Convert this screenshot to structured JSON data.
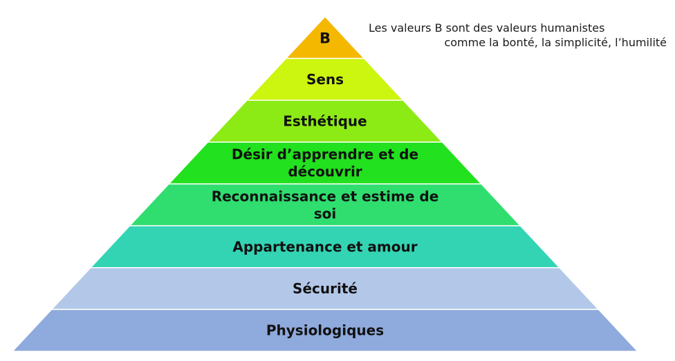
{
  "annotation": {
    "line1": "Les valeurs B sont des valeurs humanistes",
    "line2": "comme la bonté, la simplicité, l’humilité"
  },
  "tiers": [
    {
      "lines": [
        "B"
      ],
      "color": "#F5B800"
    },
    {
      "lines": [
        "Sens"
      ],
      "color": "#CCF50F"
    },
    {
      "lines": [
        "Esthétique"
      ],
      "color": "#8CEB14"
    },
    {
      "lines": [
        "Désir d’apprendre et de",
        "découvrir"
      ],
      "color": "#22E11E"
    },
    {
      "lines": [
        "Reconnaissance et estime de",
        "soi"
      ],
      "color": "#2FDE6E"
    },
    {
      "lines": [
        "Appartenance et amour"
      ],
      "color": "#33D4B4"
    },
    {
      "lines": [
        "Sécurité"
      ],
      "color": "#B3C8E8"
    },
    {
      "lines": [
        "Physiologiques"
      ],
      "color": "#8FAADC"
    }
  ]
}
